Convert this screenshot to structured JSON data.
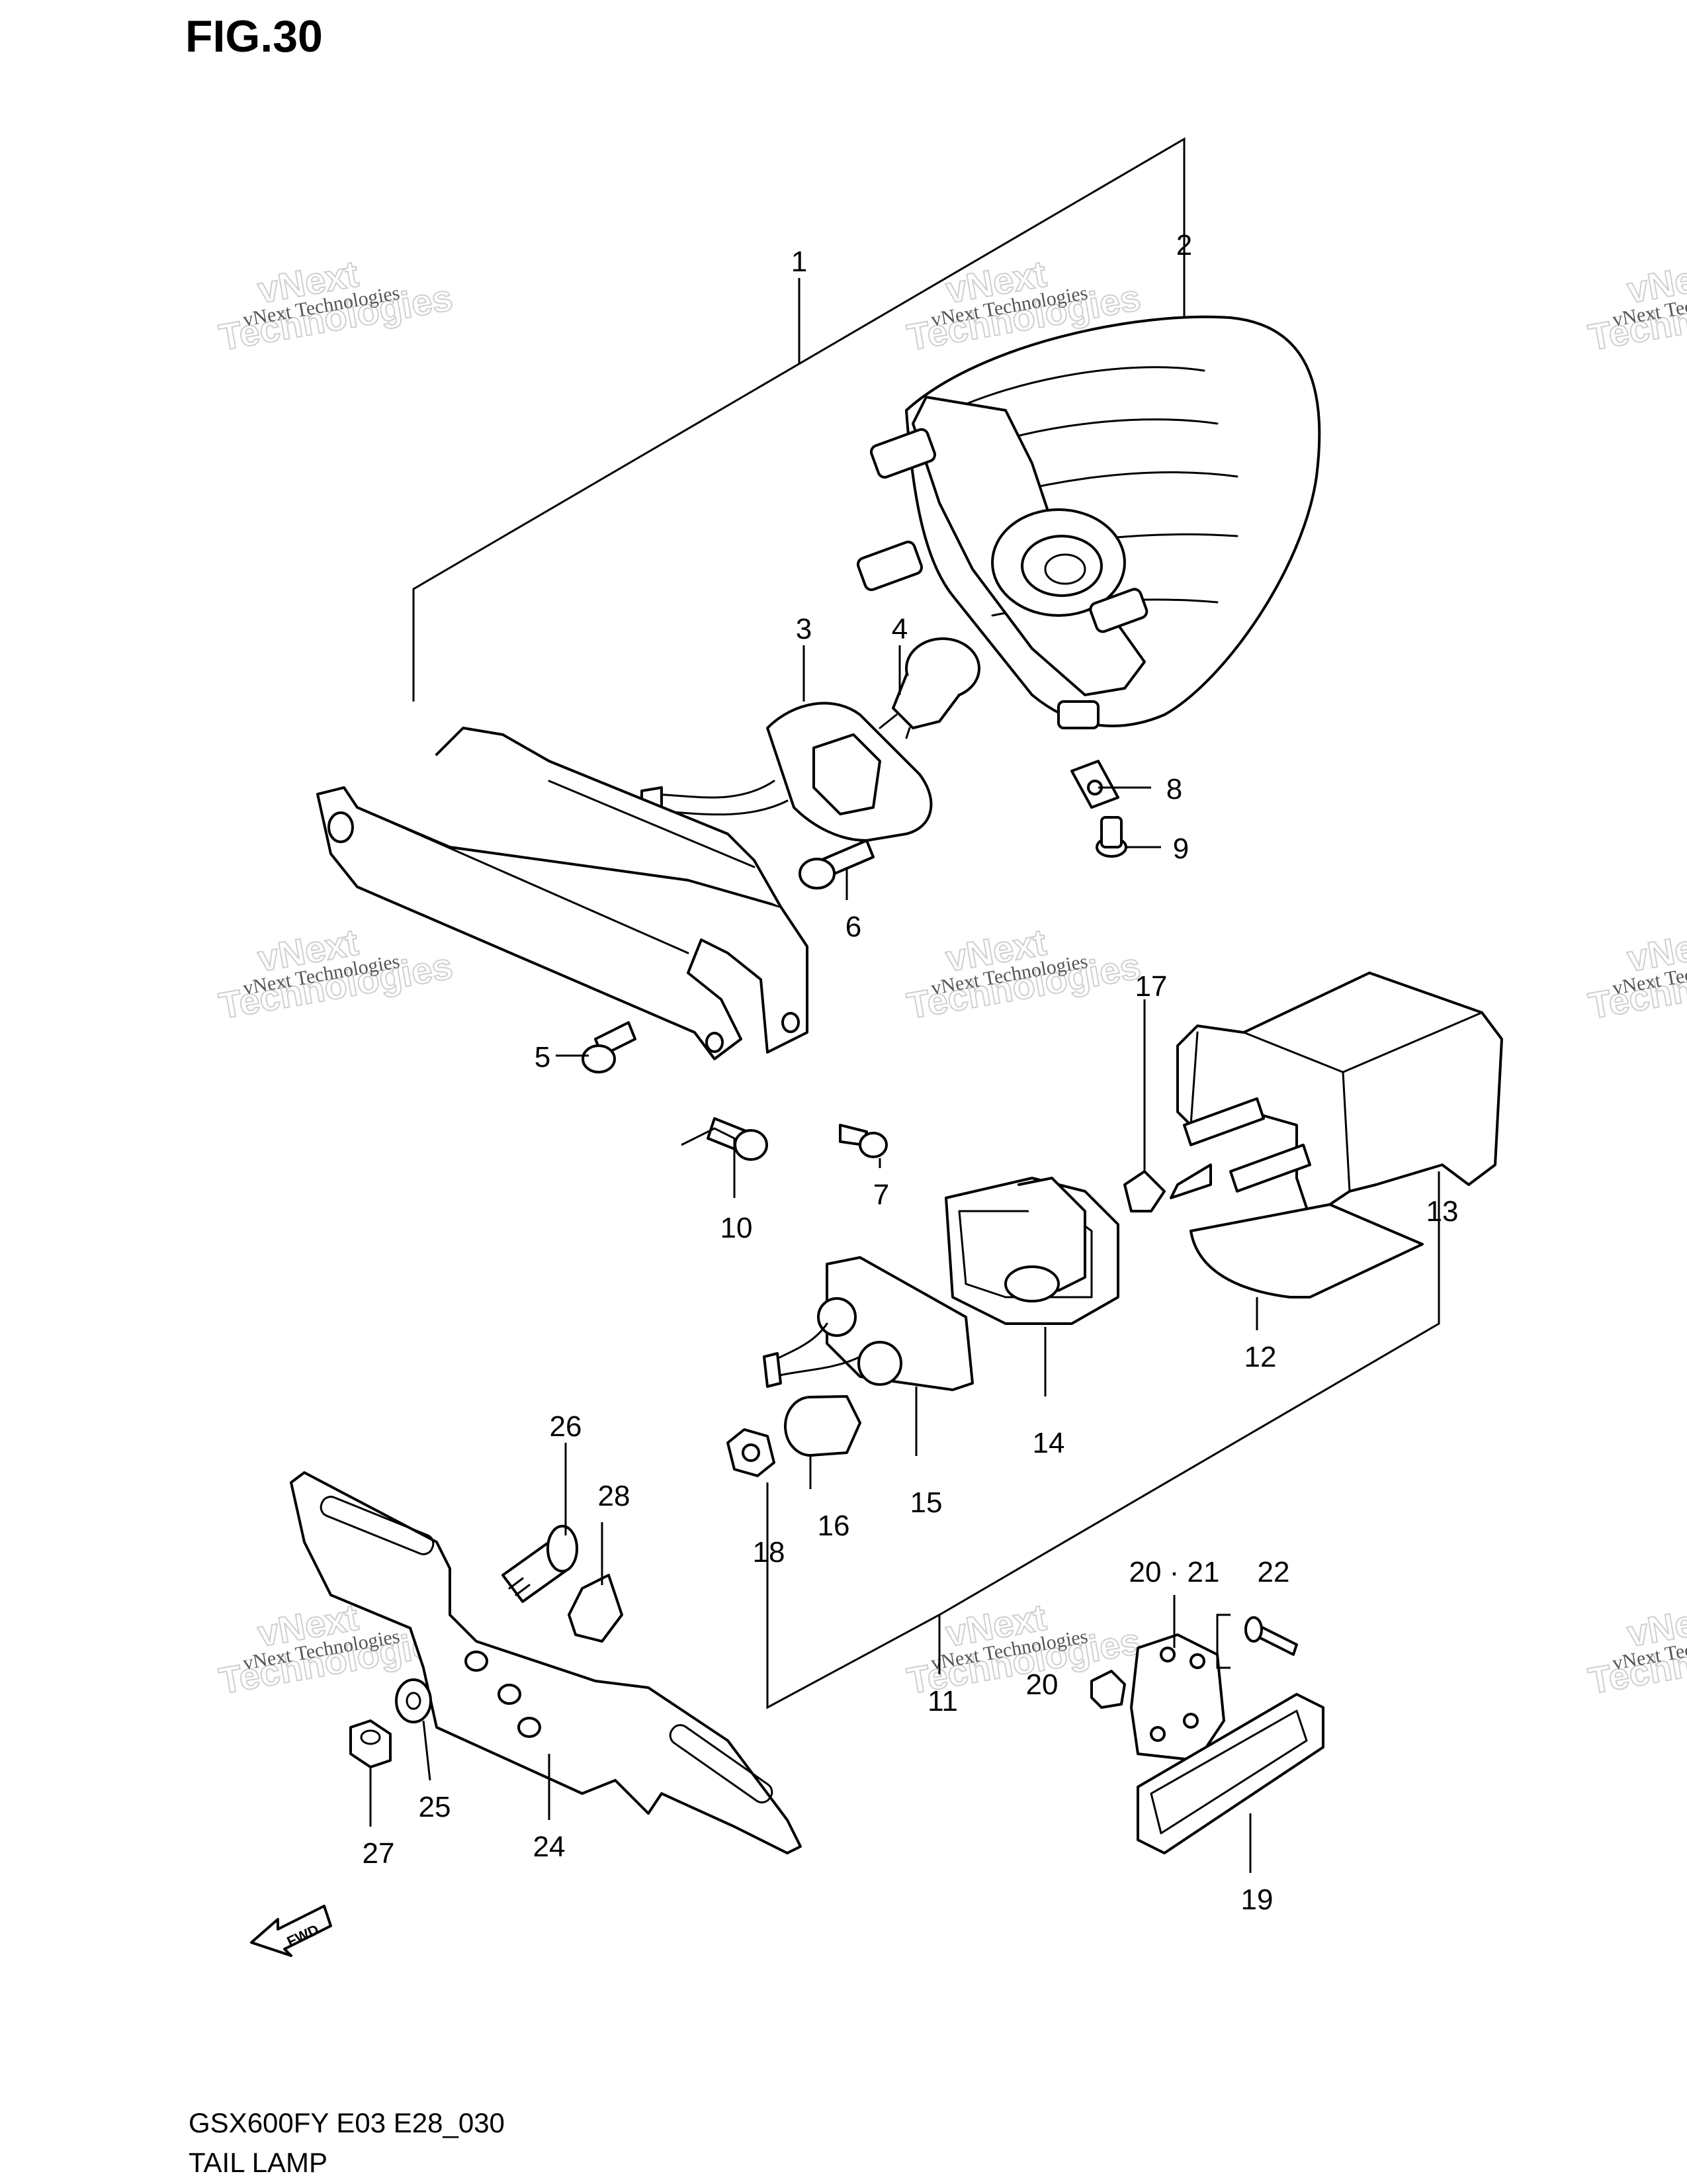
{
  "figure": {
    "title": "FIG.30",
    "model_code": "GSX600FY E03 E28_030",
    "subtitle": "TAIL LAMP"
  },
  "callouts": [
    {
      "id": "c1",
      "text": "1"
    },
    {
      "id": "c2",
      "text": "2"
    },
    {
      "id": "c3",
      "text": "3"
    },
    {
      "id": "c4",
      "text": "4"
    },
    {
      "id": "c5",
      "text": "5"
    },
    {
      "id": "c6",
      "text": "6"
    },
    {
      "id": "c7",
      "text": "7"
    },
    {
      "id": "c8",
      "text": "8"
    },
    {
      "id": "c9",
      "text": "9"
    },
    {
      "id": "c10",
      "text": "10"
    },
    {
      "id": "c11",
      "text": "11"
    },
    {
      "id": "c12",
      "text": "12"
    },
    {
      "id": "c13",
      "text": "13"
    },
    {
      "id": "c14",
      "text": "14"
    },
    {
      "id": "c15",
      "text": "15"
    },
    {
      "id": "c16",
      "text": "16"
    },
    {
      "id": "c17",
      "text": "17"
    },
    {
      "id": "c18",
      "text": "18"
    },
    {
      "id": "c19",
      "text": "19"
    },
    {
      "id": "c20_21",
      "text": "20 · 21"
    },
    {
      "id": "c20b",
      "text": "20"
    },
    {
      "id": "c22",
      "text": "22"
    },
    {
      "id": "c24",
      "text": "24"
    },
    {
      "id": "c25",
      "text": "25"
    },
    {
      "id": "c26",
      "text": "26"
    },
    {
      "id": "c27",
      "text": "27"
    },
    {
      "id": "c28",
      "text": "28"
    }
  ],
  "fwd_label": "FWD",
  "watermark": {
    "line1": "vNext Technologies",
    "big_top": "vNext",
    "big_bottom": "Technologies"
  }
}
